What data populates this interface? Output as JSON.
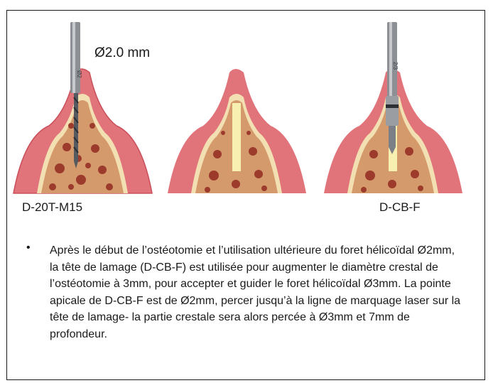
{
  "figures": [
    {
      "caption": "D-20T-M15",
      "tool": "drill",
      "engraving": "Ø2"
    },
    {
      "caption": "",
      "tool": "none",
      "engraving": ""
    },
    {
      "caption": "D-CB-F",
      "tool": "countersink",
      "engraving": "2/3"
    }
  ],
  "diameter_label": "Ø2.0 mm",
  "bullet_symbol": "•",
  "paragraph": "Après le début de l’ostéotomie et l’utilisation ultérieure du foret hélicoïdal Ø2mm, la tête de lamage (D-CB-F) est utilisée pour augmenter le diamètre crestal de l’ostéotomie à 3mm, pour accepter et guider le foret hélicoïdal Ø3mm. La pointe apicale de D-CB-F est de Ø2mm, percer jusqu’à la ligne de marquage laser sur la tête de lamage- la partie crestale sera alors percée à Ø3mm et 7mm de profondeur.",
  "colors": {
    "gum": "#e1737a",
    "gum_light": "#f0a0a6",
    "bone": "#d8a072",
    "marrow": "#9c3a2c",
    "cortex": "#f3e0b2",
    "osteotomy": "#f7f0b0",
    "steel": "#8c8f94"
  }
}
